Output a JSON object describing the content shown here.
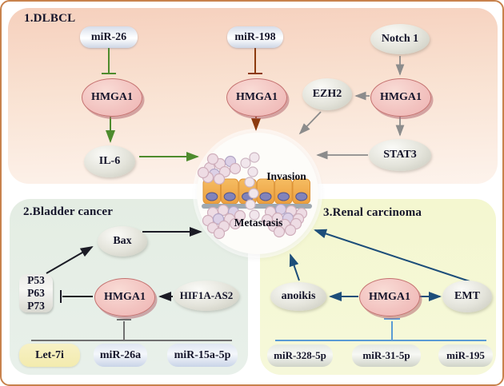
{
  "panels": {
    "dlbcl": {
      "title": "1.DLBCL"
    },
    "bladder": {
      "title": "2.Bladder cancer"
    },
    "renal": {
      "title": "3.Renal carcinoma"
    }
  },
  "center": {
    "invasion": "Invasion",
    "metastasis": "Metastasis"
  },
  "nodes": {
    "mir26": "miR-26",
    "mir198": "miR-198",
    "notch1": "Notch 1",
    "hmga1": "HMGA1",
    "ezh2": "EZH2",
    "stat3": "STAT3",
    "il6": "IL-6",
    "bax": "Bax",
    "p53": "P53",
    "p63": "P63",
    "p73": "P73",
    "hif1a_as2": "HIF1A-AS2",
    "let7i": "Let-7i",
    "mir26a": "miR-26a",
    "mir15a5p": "miR-15a-5p",
    "anoikis": "anoikis",
    "emt": "EMT",
    "mir328_5p": "miR-328-5p",
    "mir31_5p": "miR-31-5p",
    "mir195": "miR-195"
  },
  "colors": {
    "panel_dlbcl": "#f6d0bd",
    "panel_bladder": "#e4ede3",
    "panel_renal": "#f4f7d0",
    "hmga1_fill": "#f2c2bf",
    "hmga1_border": "#c4716f",
    "edge_green": "#4d8b2d",
    "edge_brown": "#8c3a0e",
    "edge_gray": "#8c8c8c",
    "edge_black": "#1b1b25",
    "edge_navy": "#1d4e7a",
    "edge_lightblue": "#5b9bd5",
    "inhibit_gray": "#707070"
  },
  "edges": [
    {
      "from": "miR-26",
      "to": "HMGA1",
      "effect": "inhibits",
      "context": "DLBCL"
    },
    {
      "from": "HMGA1",
      "to": "IL-6",
      "effect": "activates",
      "context": "DLBCL"
    },
    {
      "from": "IL-6",
      "to": "Invasion/Metastasis",
      "effect": "activates",
      "context": "DLBCL"
    },
    {
      "from": "miR-198",
      "to": "HMGA1",
      "effect": "inhibits",
      "context": "DLBCL"
    },
    {
      "from": "HMGA1",
      "to": "Invasion/Metastasis",
      "effect": "activates",
      "context": "DLBCL"
    },
    {
      "from": "Notch 1",
      "to": "HMGA1",
      "effect": "activates",
      "context": "DLBCL"
    },
    {
      "from": "HMGA1",
      "to": "EZH2",
      "effect": "activates",
      "context": "DLBCL"
    },
    {
      "from": "EZH2",
      "to": "Invasion/Metastasis",
      "effect": "activates",
      "context": "DLBCL"
    },
    {
      "from": "HMGA1",
      "to": "STAT3",
      "effect": "activates",
      "context": "DLBCL"
    },
    {
      "from": "STAT3",
      "to": "Invasion/Metastasis",
      "effect": "activates",
      "context": "DLBCL"
    },
    {
      "from": "P53/P63/P73",
      "to": "Bax",
      "effect": "activates",
      "context": "Bladder cancer"
    },
    {
      "from": "Bax",
      "to": "Invasion/Metastasis",
      "effect": "activates",
      "context": "Bladder cancer"
    },
    {
      "from": "HMGA1",
      "to": "P53/P63/P73",
      "effect": "inhibits",
      "context": "Bladder cancer"
    },
    {
      "from": "HIF1A-AS2",
      "to": "HMGA1",
      "effect": "activates",
      "context": "Bladder cancer"
    },
    {
      "from": "Let-7i/miR-26a/miR-15a-5p",
      "to": "HMGA1",
      "effect": "inhibits",
      "context": "Bladder cancer"
    },
    {
      "from": "HMGA1",
      "to": "anoikis",
      "effect": "activates",
      "context": "Renal carcinoma"
    },
    {
      "from": "HMGA1",
      "to": "EMT",
      "effect": "activates",
      "context": "Renal carcinoma"
    },
    {
      "from": "anoikis",
      "to": "Invasion/Metastasis",
      "effect": "activates",
      "context": "Renal carcinoma"
    },
    {
      "from": "EMT",
      "to": "Invasion/Metastasis",
      "effect": "activates",
      "context": "Renal carcinoma"
    },
    {
      "from": "miR-328-5p/miR-31-5p/miR-195",
      "to": "HMGA1",
      "effect": "inhibits",
      "context": "Renal carcinoma"
    }
  ]
}
